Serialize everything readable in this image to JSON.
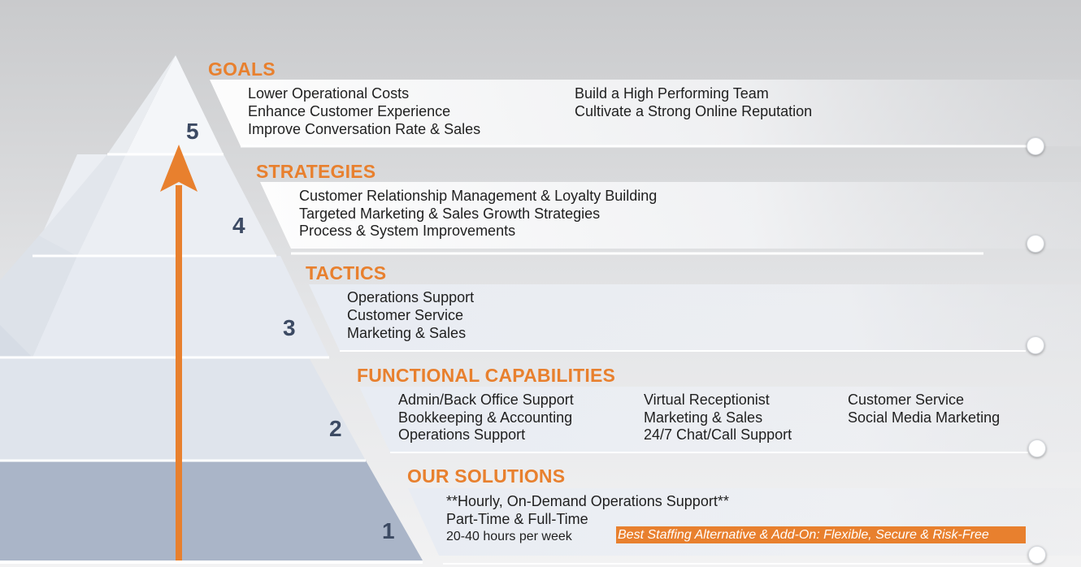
{
  "levels": [
    {
      "number": "5",
      "heading": "GOALS",
      "columns": [
        [
          "Lower Operational Costs",
          "Enhance Customer Experience",
          "Improve Conversation Rate & Sales"
        ],
        [
          "Build a High Performing Team",
          "Cultivate a Strong Online Reputation"
        ]
      ]
    },
    {
      "number": "4",
      "heading": "STRATEGIES",
      "columns": [
        [
          "Customer Relationship Management & Loyalty Building",
          "Targeted Marketing & Sales Growth Strategies",
          "Process & System Improvements"
        ]
      ]
    },
    {
      "number": "3",
      "heading": "TACTICS",
      "columns": [
        [
          "Operations Support",
          "Customer Service",
          "Marketing & Sales"
        ]
      ]
    },
    {
      "number": "2",
      "heading": "FUNCTIONAL CAPABILITIES",
      "columns": [
        [
          "Admin/Back Office Support",
          "Bookkeeping & Accounting",
          "Operations Support"
        ],
        [
          "Virtual Receptionist",
          "Marketing & Sales",
          "24/7 Chat/Call Support"
        ],
        [
          "Customer Service",
          "Social Media Marketing"
        ]
      ]
    },
    {
      "number": "1",
      "heading": "OUR SOLUTIONS",
      "columns": [
        [
          "**Hourly, On-Demand Operations Support**",
          "Part-Time & Full-Time",
          "20-40 hours per week"
        ]
      ],
      "tagline": "Best Staffing Alternative & Add-On: Flexible, Secure & Risk-Free"
    }
  ],
  "colors": {
    "accent": "#E8802E",
    "number": "#3c4a63"
  }
}
